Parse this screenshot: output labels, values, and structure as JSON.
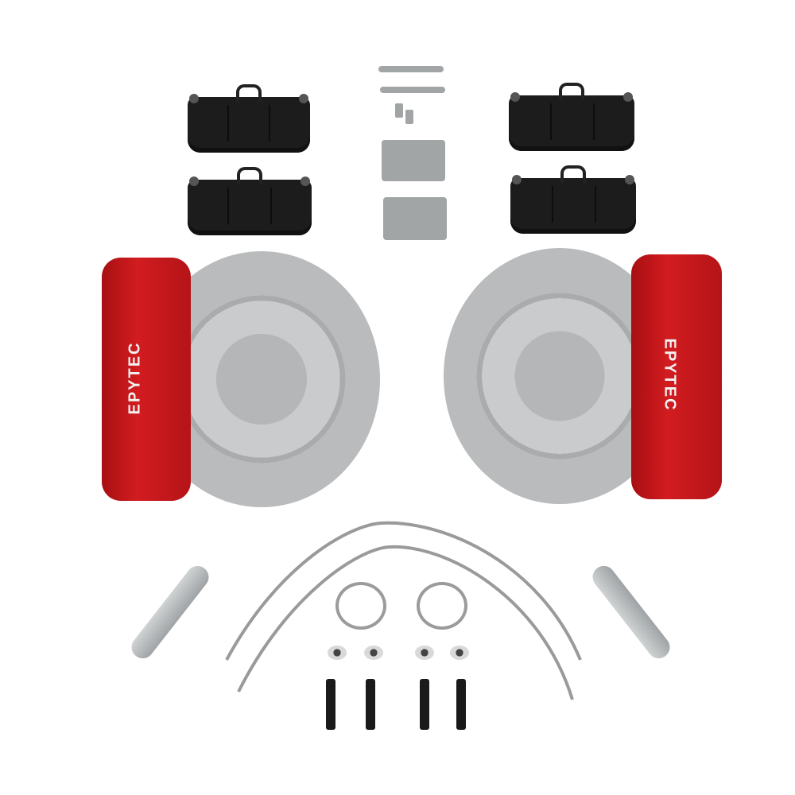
{
  "image": {
    "subject": "Brake upgrade kit product photo",
    "background_color": "#ffffff",
    "brand_logo_text": "EPYTEC",
    "caliper_color": "#c8161b",
    "disc_color": "#b9bbbc",
    "pad_color": "#1c1c1c"
  },
  "components": {
    "brake_pads": 4,
    "guide_pins": 2,
    "small_bolts": 2,
    "spring_clips": 2,
    "brake_discs": 2,
    "calipers": 2,
    "brake_lines": 2,
    "centering_rings": 2,
    "spacers": 4,
    "caliper_bolts": 4,
    "adapter_brackets": 2
  },
  "labels": {
    "left_caliper_logo": "EPYTEC",
    "right_caliper_logo": "EPYTEC"
  }
}
